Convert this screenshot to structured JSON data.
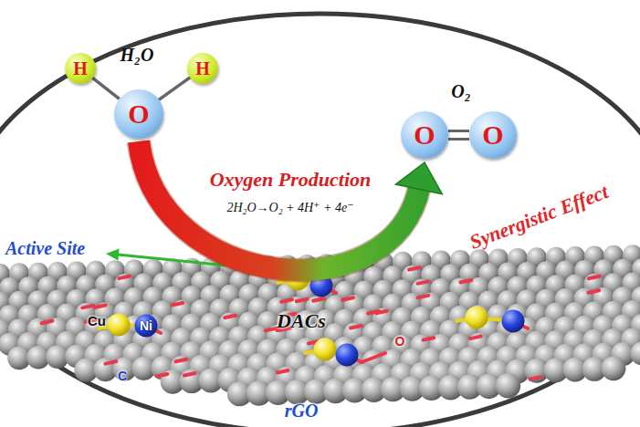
{
  "diagram": {
    "nodes": [
      {
        "text": [
          "H"
        ]
      },
      {
        "text": [
          "O"
        ]
      },
      {
        "text": [
          "H"
        ]
      },
      {
        "text": [
          "O"
        ]
      },
      {
        "text": [
          "O"
        ]
      }
    ],
    "edges": [
      {
        "from": 1,
        "to": 0,
        "arrow": "none"
      },
      {
        "from": 1,
        "to": 2,
        "arrow": "none"
      },
      {
        "from": 3,
        "to": 4,
        "arrow": "none"
      },
      {
        "from": 1,
        "to": 3,
        "arrow": "to",
        "label": "Oxygen Production"
      }
    ],
    "labels": [
      "H₂O",
      "O₂",
      "2H₂O→O₂ + 4H⁺ + 4e⁻",
      "Active Site",
      "Synergistic Effect",
      "DACs",
      "Cu",
      "Ni",
      "C",
      "O",
      "rGO"
    ]
  }
}
